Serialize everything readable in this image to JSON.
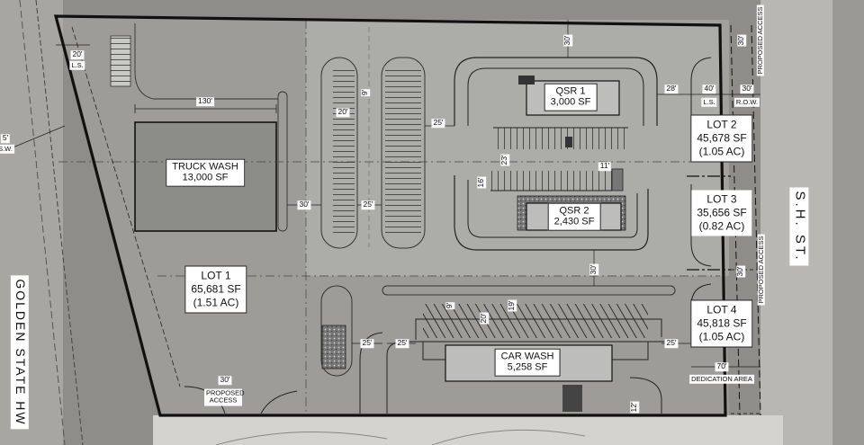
{
  "buildings": {
    "truck_wash": {
      "name": "TRUCK WASH",
      "area": "13,000 SF"
    },
    "qsr1": {
      "name": "QSR 1",
      "area": "3,000 SF"
    },
    "qsr2": {
      "name": "QSR 2",
      "area": "2,430 SF"
    },
    "car_wash": {
      "name": "CAR WASH",
      "area": "5,258 SF"
    }
  },
  "lots": {
    "lot1": {
      "name": "LOT 1",
      "area": "65,681 SF",
      "acres": "(1.51 AC)"
    },
    "lot2": {
      "name": "LOT 2",
      "area": "45,678 SF",
      "acres": "(1.05 AC)"
    },
    "lot3": {
      "name": "LOT 3",
      "area": "35,656 SF",
      "acres": "(0.82 AC)"
    },
    "lot4": {
      "name": "LOT 4",
      "area": "45,818 SF",
      "acres": "(1.05 AC)"
    }
  },
  "streets": {
    "east": "S.H. ST.",
    "west": "GOLDEN STATE HW"
  },
  "notes": {
    "proposed_access": "PROPOSED ACCESS",
    "proposed_access_top": "PROPOSED ACCESS",
    "proposed_access_mid": "PROPOSED ACCESS",
    "dedication_area": "DEDICATION AREA",
    "row": "R.O.W.",
    "ls": "L.S.",
    "ls_top_left": "L.S.",
    "sw": "S.W."
  },
  "dimensions": {
    "d130": "130'",
    "d20_ls": "20'",
    "d30_top": "30'",
    "d30_prop_top": "30'",
    "d28": "28'",
    "d40": "40'",
    "d30_row": "30'",
    "d25_a": "25'",
    "d9_a": "9'",
    "d20_a": "20'",
    "d23": "23'",
    "d16": "16'",
    "d11": "11'",
    "d30_left": "30'",
    "d25_b": "25'",
    "d30_mid": "30'",
    "d30_prop_mid": "30'",
    "d9_b": "9'",
    "d20_b": "20'",
    "d19": "19'",
    "d25_c": "25'",
    "d25_d": "25'",
    "d25_e": "25'",
    "d70": "70'",
    "d30_access": "30'",
    "d12": "12'",
    "d5": "5'"
  }
}
